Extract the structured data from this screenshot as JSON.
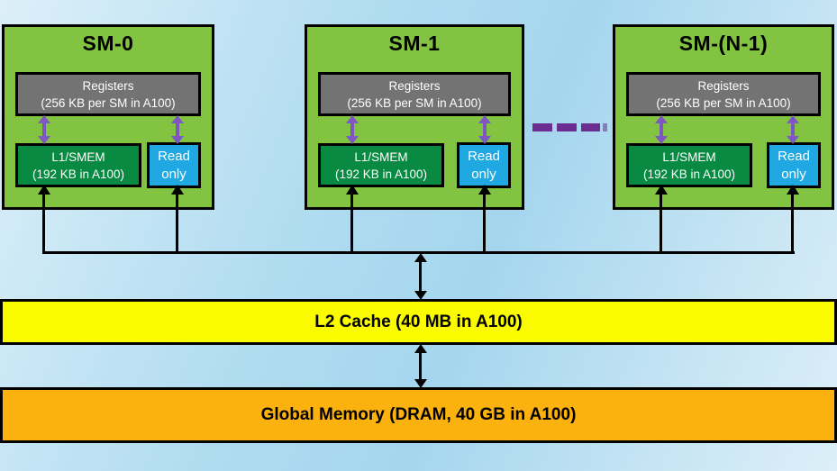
{
  "colors": {
    "bg-light": "#DCEFF9",
    "bg-mid": "#B0DCF0",
    "bg-deep": "#A5D6EE",
    "bg-soft": "#CEE8F5",
    "sm-green": "#82C341",
    "registers-gray": "#737373",
    "l1-green": "#088A42",
    "readonly-cyan": "#1FA8E2",
    "arrow-purple": "#7E57C2",
    "dash-purple": "#6B2D91",
    "l2-yellow": "#FBFB00",
    "global-orange": "#FBB10E",
    "line-black": "#000000"
  },
  "sm_blocks": [
    {
      "title": "SM-0"
    },
    {
      "title": "SM-1"
    },
    {
      "title": "SM-(N-1)"
    }
  ],
  "registers": {
    "line1": "Registers",
    "line2": "(256 KB per SM in A100)"
  },
  "l1_smem": {
    "line1": "L1/SMEM",
    "line2": "(192 KB in A100)"
  },
  "read_only": {
    "line1": "Read",
    "line2": "only"
  },
  "l2_cache": {
    "label": "L2 Cache (40 MB in A100)"
  },
  "global_memory": {
    "label": "Global Memory (DRAM, 40 GB in A100)"
  }
}
